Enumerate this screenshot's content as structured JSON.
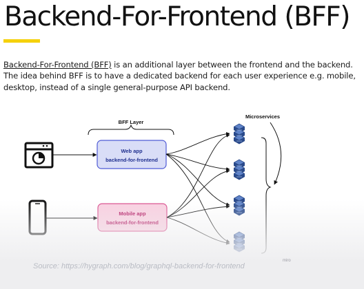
{
  "heading": {
    "title": "Backend-For-Frontend (BFF)"
  },
  "intro": {
    "lead": "Backend-For-Frontend (BFF)",
    "rest": " is an additional layer between the frontend and the backend. The idea behind BFF is to have a dedicated backend for each user experience e.g. mobile, desktop, instead of a single general-purpose API backend."
  },
  "diagram": {
    "bff_layer_label": "BFF Layer",
    "microservices_label": "Microservices",
    "web_bff": {
      "line1": "Web app",
      "line2": "backend-for-frontend"
    },
    "mobile_bff": {
      "line1": "Mobile app",
      "line2": "backend-for-frontend"
    },
    "clients": [
      {
        "icon": "browser-window-icon"
      },
      {
        "icon": "mobile-phone-icon"
      }
    ],
    "microservices": [
      {
        "icon": "server-stack-icon"
      },
      {
        "icon": "server-stack-icon"
      },
      {
        "icon": "server-stack-icon"
      },
      {
        "icon": "server-stack-icon"
      }
    ],
    "colors": {
      "web_fill": "#d9ddf7",
      "web_stroke": "#4f5bd5",
      "web_text": "#1f2f8f",
      "mobile_fill": "#f9cfe0",
      "mobile_stroke": "#d94c8c",
      "mobile_text": "#b0125e",
      "server": "#2a4a8a"
    }
  },
  "footer": {
    "source": "Source: https://hygraph.com/blog/graphql-backend-for-frontend",
    "brand": "miro"
  }
}
